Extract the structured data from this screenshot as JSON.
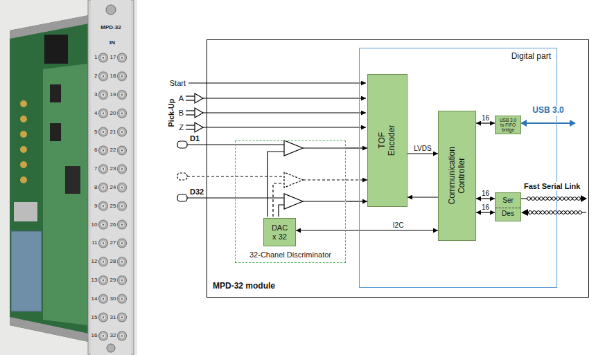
{
  "diagram": {
    "nodes": [
      {
        "text": [
          "MPD-32 module"
        ]
      },
      {
        "text": [
          "32-Chanel Discriminator"
        ],
        "in": 0
      },
      {
        "text": [
          "DAC x 32"
        ],
        "in": 1
      },
      {
        "text": [
          "Digital part"
        ],
        "in": 0
      },
      {
        "text": [
          "TOF Encoder"
        ],
        "in": 3
      },
      {
        "text": [
          "Communication Controller"
        ],
        "in": 3
      },
      {
        "text": [
          "USB 3.0 to FIFO bridge"
        ],
        "in": 3
      },
      {
        "text": [
          "Ser",
          "Des"
        ],
        "in": 3
      }
    ],
    "edges": [
      {
        "from": 1,
        "to": 4,
        "arrow": "to"
      },
      {
        "from": 1,
        "to": 4,
        "arrow": "to"
      },
      {
        "from": 1,
        "to": 4,
        "arrow": "to"
      },
      {
        "from": 4,
        "to": 5,
        "label": "LVDS",
        "arrow": "to"
      },
      {
        "from": 5,
        "to": 4,
        "arrow": "to"
      },
      {
        "from": 2,
        "to": 5,
        "label": "I2C",
        "arrow": "both"
      },
      {
        "from": 5,
        "to": 6,
        "label": "16",
        "arrow": "both"
      },
      {
        "from": 5,
        "to": 7,
        "label": "16",
        "arrow": "both"
      },
      {
        "from": 5,
        "to": 7,
        "label": "16",
        "arrow": "both"
      }
    ],
    "labels": [
      "MPD-32",
      "IN",
      "1",
      "17",
      "2",
      "18",
      "3",
      "19",
      "4",
      "20",
      "5",
      "21",
      "6",
      "22",
      "7",
      "23",
      "8",
      "24",
      "9",
      "25",
      "10",
      "26",
      "11",
      "27",
      "12",
      "28",
      "13",
      "29",
      "14",
      "30",
      "15",
      "31",
      "16",
      "32",
      "Start",
      "Pick-Up",
      "A",
      "B",
      "Z",
      "D1",
      "D32",
      "USB 3.0",
      "Fast Serial Link"
    ]
  }
}
